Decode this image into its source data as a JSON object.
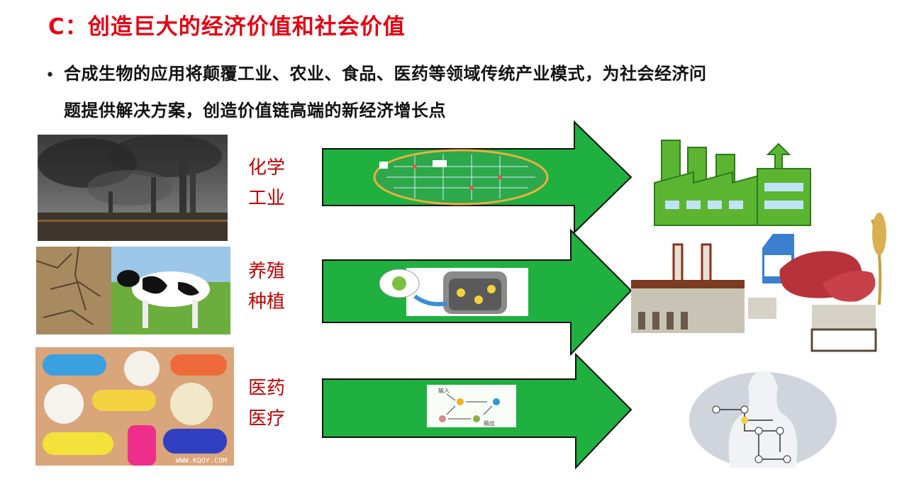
{
  "title": "C：创造巨大的经济价值和社会价值",
  "bullet": {
    "line1": "合成生物的应用将颠覆工业、农业、食品、医药等领域传统产业模式，为社会经济问",
    "line2": "题提供解决方案，创造价值链高端的新经济增长点"
  },
  "rows": [
    {
      "label1": "化学",
      "label2": "工业",
      "photo": "industrial-smokestacks",
      "inner": "metabolic-pathway-map",
      "result": "green-factory"
    },
    {
      "label1": "养殖",
      "label2": "种植",
      "photo": "cracked-soil-and-cow",
      "inner": "bioreactor",
      "result": "food-factory"
    },
    {
      "label1": "医药",
      "label2": "医疗",
      "photo": "pills",
      "inner": "gene-circuit",
      "result": "human-body-network"
    }
  ],
  "circuit": {
    "input": "输入",
    "output": "输出"
  },
  "watermark": "WWW.KQOY.COM",
  "colors": {
    "title": "#e60012",
    "label": "#c00000",
    "arrow": "#1fb040"
  }
}
